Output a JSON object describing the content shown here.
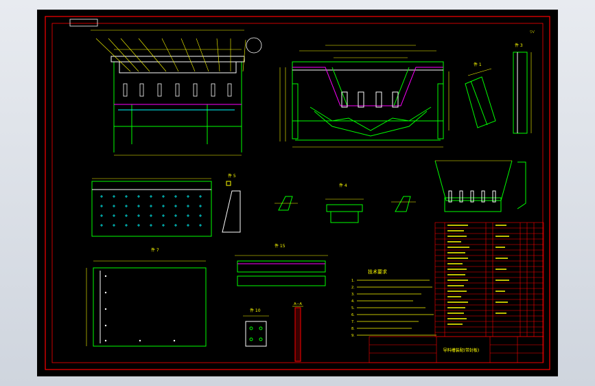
{
  "drawing": {
    "title_block_text": "导料槽装配(带封板)",
    "corner_tag": "",
    "view_labels": [
      {
        "id": "top-left-side-view",
        "text": ""
      },
      {
        "id": "front-section-view",
        "text": ""
      },
      {
        "id": "part-1",
        "text": "件 1"
      },
      {
        "id": "part-3",
        "text": "件 3"
      },
      {
        "id": "detail-a-a",
        "text": ""
      },
      {
        "id": "hole-layout",
        "text": ""
      },
      {
        "id": "part-5",
        "text": "件 5"
      },
      {
        "id": "part-4",
        "text": "件 4"
      },
      {
        "id": "part-7",
        "text": "件 7"
      },
      {
        "id": "part-15",
        "text": "件 15"
      },
      {
        "id": "part-10",
        "text": "件 10"
      },
      {
        "id": "section-aa",
        "text": "A—A"
      }
    ],
    "tech_title": "技术要求",
    "tech_notes": [
      "1.",
      "2.",
      "3.",
      "4.",
      "5.",
      "6.",
      "7.",
      "8.",
      "9."
    ],
    "colors": {
      "frame": "#ff0000",
      "outline": "#00ff00",
      "dimension": "#ffff00",
      "text": "#ffff00",
      "hidden": "#00ffff",
      "white": "#ffffff",
      "magenta": "#ff00ff"
    }
  }
}
